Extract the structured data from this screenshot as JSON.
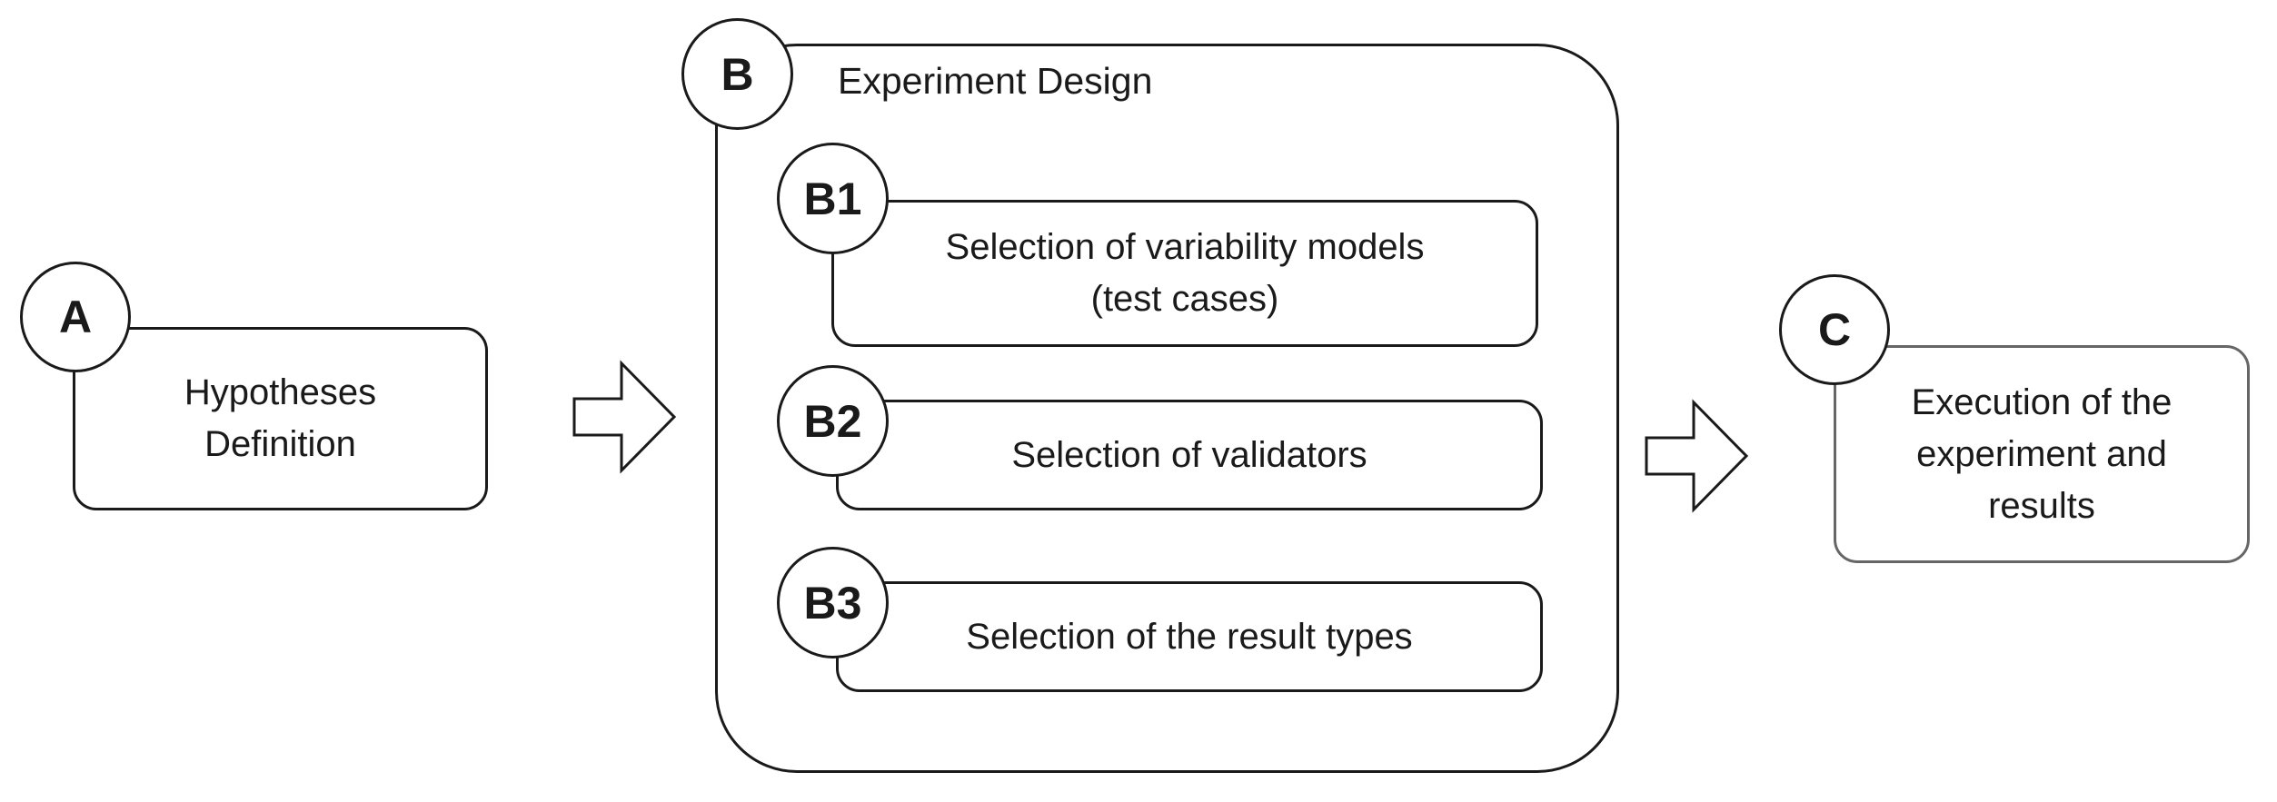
{
  "diagram": {
    "step_a": {
      "badge": "A",
      "label": "Hypotheses\nDefinition"
    },
    "step_b": {
      "badge": "B",
      "title": "Experiment Design",
      "substeps": [
        {
          "badge": "B1",
          "label": "Selection of variability models\n(test cases)"
        },
        {
          "badge": "B2",
          "label": "Selection of validators"
        },
        {
          "badge": "B3",
          "label": "Selection of the result types"
        }
      ]
    },
    "step_c": {
      "badge": "C",
      "label": "Execution of the\nexperiment and\nresults"
    }
  }
}
